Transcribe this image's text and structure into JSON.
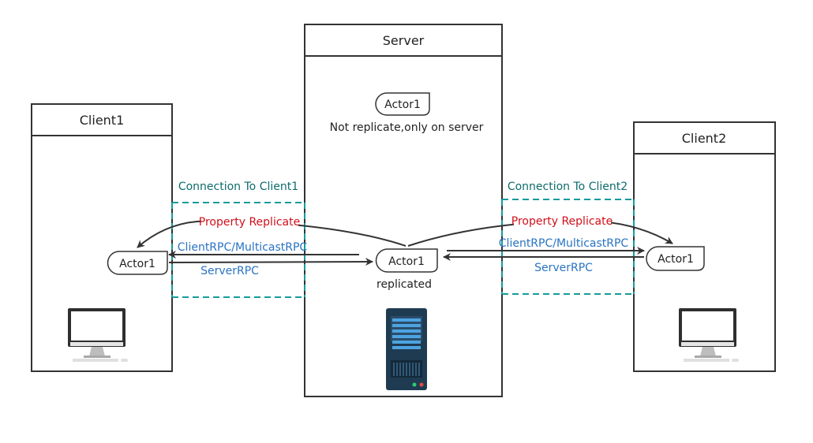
{
  "server": {
    "title": "Server",
    "local_actor": "Actor1",
    "local_note": "Not replicate,only on server",
    "replicated_actor": "Actor1",
    "replicated_note": "replicated"
  },
  "client1": {
    "title": "Client1",
    "actor": "Actor1",
    "connection_label": "Connection To Client1",
    "property_label": "Property Replicate",
    "client_rpc_label": "ClientRPC/MulticastRPC",
    "server_rpc_label": "ServerRPC"
  },
  "client2": {
    "title": "Client2",
    "actor": "Actor1",
    "connection_label": "Connection To Client2",
    "property_label": "Property Replicate",
    "client_rpc_label": "ClientRPC/MulticastRPC",
    "server_rpc_label": "ServerRPC"
  },
  "colors": {
    "connection": "#169b9b",
    "connection_text": "#0e6b6b",
    "property": "#d0101a",
    "rpc": "#2a73c2",
    "stroke": "#333333"
  },
  "icons": [
    "monitor-icon",
    "server-rack-icon"
  ]
}
